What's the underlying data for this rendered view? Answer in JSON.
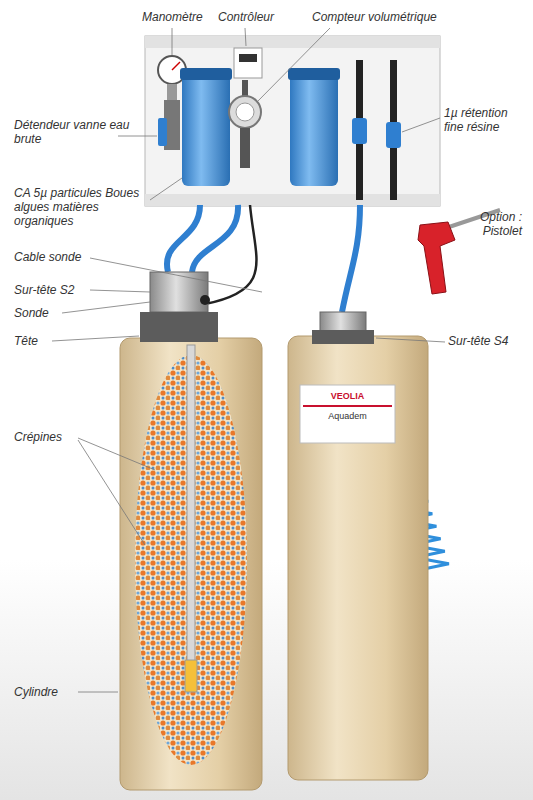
{
  "diagram": {
    "labels": [
      "Manomètre",
      "Contrôleur",
      "Compteur volumétrique",
      "Détendeur vanne eau brute",
      "1µ rétention fine résine",
      "CA 5µ particules Boues algues matières organiques",
      "Cable sonde",
      "Sur-tête S2",
      "Sonde",
      "Tête",
      "Option : Pistolet",
      "Sur-tête S4",
      "Crépines",
      "Cylindre",
      "VEOLIA",
      "Aquadem"
    ]
  }
}
